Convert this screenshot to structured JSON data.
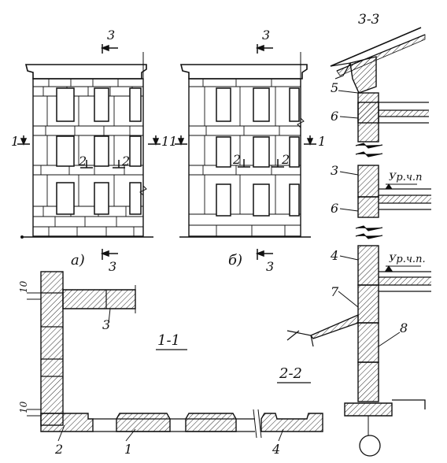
{
  "labels": {
    "variant_a": "а)",
    "variant_b": "б)",
    "section_1_1": "1-1",
    "section_2_2": "2-2",
    "section_3_3": "3-3",
    "mark_1": "1",
    "mark_2": "2",
    "mark_3": "3",
    "dim_10": "10",
    "floor_level": "Ур.ч.п",
    "floor_level_2": "Ур.ч.п.",
    "item_1": "1",
    "item_2": "2",
    "item_3": "3",
    "item_4": "4",
    "item_5": "5",
    "item_6": "6",
    "item_7": "7",
    "item_8": "8"
  },
  "colors": {
    "ink": "#111111",
    "paper": "#ffffff"
  }
}
